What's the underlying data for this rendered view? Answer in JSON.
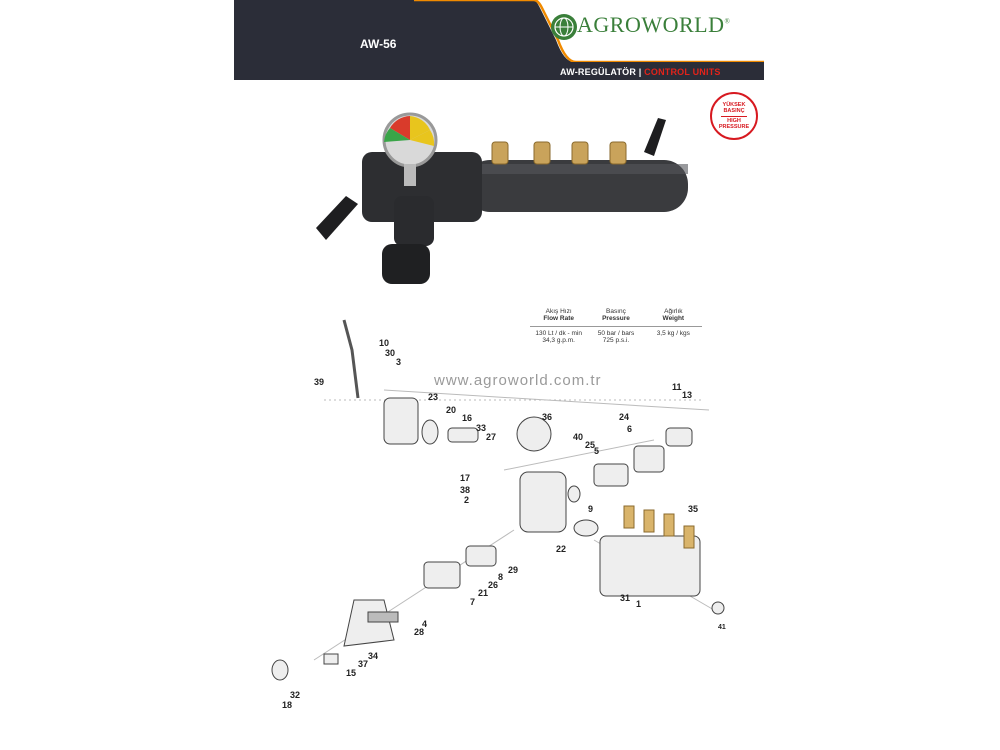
{
  "header": {
    "model": "AW-56",
    "brand": "AGROWORLD",
    "registered": "®",
    "category_tr": "AW-REGÜLATÖR |",
    "category_en": "CONTROL UNITS",
    "colors": {
      "dark": "#2b2d38",
      "orange": "#f08a00",
      "green": "#3a7f3a",
      "red": "#e2231a"
    }
  },
  "badge": {
    "line1": "YÜKSEK",
    "line2": "BASINÇ",
    "line3": "HIGH",
    "line4": "PRESSURE"
  },
  "specs": {
    "columns": [
      {
        "tr": "Akış Hızı",
        "en": "Flow Rate"
      },
      {
        "tr": "Basınç",
        "en": "Pressure"
      },
      {
        "tr": "Ağırlık",
        "en": "Weight"
      }
    ],
    "values": [
      {
        "line1": "130 Lt / dk - min",
        "line2": "34,3 g.p.m."
      },
      {
        "line1": "50 bar / bars",
        "line2": "725 p.s.i."
      },
      {
        "line1": "3,5 kg / kgs",
        "line2": ""
      }
    ]
  },
  "watermark": "www.agroworld.com.tr",
  "part_numbers": [
    "10",
    "30",
    "3",
    "39",
    "23",
    "20",
    "16",
    "33",
    "27",
    "36",
    "40",
    "25",
    "5",
    "24",
    "6",
    "11",
    "13",
    "17",
    "38",
    "2",
    "9",
    "35",
    "22",
    "8",
    "29",
    "26",
    "21",
    "7",
    "31",
    "1",
    "41",
    "4",
    "28",
    "34",
    "37",
    "15",
    "32",
    "18"
  ]
}
